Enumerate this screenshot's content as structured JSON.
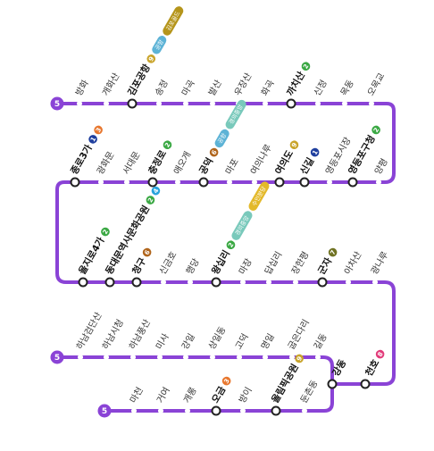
{
  "line_color": "#8a43d6",
  "line_number": "5",
  "colors": {
    "1": "#1f3f9e",
    "2": "#3aa843",
    "3": "#e8772e",
    "4": "#28a3dc",
    "5": "#8a43d6",
    "6": "#b0651c",
    "7": "#6f7222",
    "8": "#e23b7a",
    "9": "#c9a42b",
    "공항": "#5db3d6",
    "경의중앙": "#79c9bb",
    "수인분당": "#e3b92a",
    "김포골드": "#b5951b"
  },
  "rows": [
    {
      "stations": [
        {
          "name": "방화"
        },
        {
          "name": "개화산"
        },
        {
          "name": "김포공항",
          "transfer": true,
          "badges": [
            "9",
            "공항",
            "김포골드"
          ]
        },
        {
          "name": "송정"
        },
        {
          "name": "마곡"
        },
        {
          "name": "발산"
        },
        {
          "name": "우장산"
        },
        {
          "name": "화곡"
        },
        {
          "name": "까치산",
          "transfer": true,
          "badges": [
            "2"
          ]
        },
        {
          "name": "신정"
        },
        {
          "name": "목동"
        },
        {
          "name": "오목교"
        }
      ]
    },
    {
      "stations": [
        {
          "name": "종로3가",
          "transfer": true,
          "badges": [
            "1",
            "3"
          ]
        },
        {
          "name": "광화문"
        },
        {
          "name": "서대문"
        },
        {
          "name": "충정로",
          "transfer": true,
          "badges": [
            "2"
          ]
        },
        {
          "name": "애오개"
        },
        {
          "name": "공덕",
          "transfer": true,
          "badges": [
            "6",
            "공항",
            "경의중앙"
          ]
        },
        {
          "name": "마포"
        },
        {
          "name": "여의나루"
        },
        {
          "name": "여의도",
          "transfer": true,
          "badges": [
            "9"
          ]
        },
        {
          "name": "신길",
          "transfer": true,
          "badges": [
            "1"
          ]
        },
        {
          "name": "영등포시장"
        },
        {
          "name": "영등포구청",
          "transfer": true,
          "badges": [
            "2"
          ]
        },
        {
          "name": "양평"
        }
      ]
    },
    {
      "stations": [
        {
          "name": "을지로4가",
          "transfer": true,
          "badges": [
            "2"
          ]
        },
        {
          "name": "동대문역사문화공원",
          "transfer": true,
          "badges": [
            "2",
            "4"
          ]
        },
        {
          "name": "청구",
          "transfer": true,
          "badges": [
            "6"
          ]
        },
        {
          "name": "신금호"
        },
        {
          "name": "행당"
        },
        {
          "name": "왕십리",
          "transfer": true,
          "badges": [
            "2",
            "경의중앙",
            "수인분당"
          ]
        },
        {
          "name": "마장"
        },
        {
          "name": "답십리"
        },
        {
          "name": "장한평"
        },
        {
          "name": "군자",
          "transfer": true,
          "badges": [
            "7"
          ]
        },
        {
          "name": "아차산"
        },
        {
          "name": "광나루"
        }
      ]
    },
    {
      "stations": [
        {
          "name": "하남검단산"
        },
        {
          "name": "하남시청"
        },
        {
          "name": "하남풍산"
        },
        {
          "name": "미사"
        },
        {
          "name": "강일"
        },
        {
          "name": "상일동"
        },
        {
          "name": "고덕"
        },
        {
          "name": "명일"
        },
        {
          "name": "굽은다리"
        },
        {
          "name": "길동"
        }
      ]
    },
    {
      "stations": [
        {
          "name": "마천"
        },
        {
          "name": "거여"
        },
        {
          "name": "개롱"
        },
        {
          "name": "오금",
          "transfer": true,
          "badges": [
            "3"
          ]
        },
        {
          "name": "방이"
        },
        {
          "name": "올림픽공원",
          "transfer": true,
          "badges": [
            "9"
          ]
        },
        {
          "name": "둔촌동"
        }
      ]
    },
    {
      "stations": [
        {
          "name": "강동",
          "transfer": true,
          "badges": []
        },
        {
          "name": "천호",
          "transfer": true,
          "badges": [
            "8"
          ]
        }
      ]
    }
  ]
}
